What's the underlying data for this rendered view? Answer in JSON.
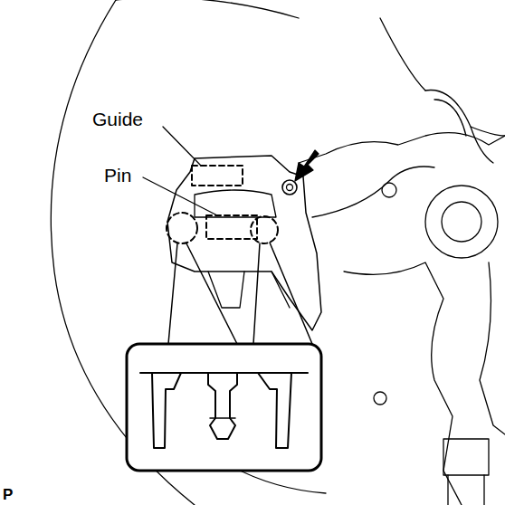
{
  "diagram": {
    "labels": [
      "Guide",
      "Pin",
      "P"
    ]
  }
}
